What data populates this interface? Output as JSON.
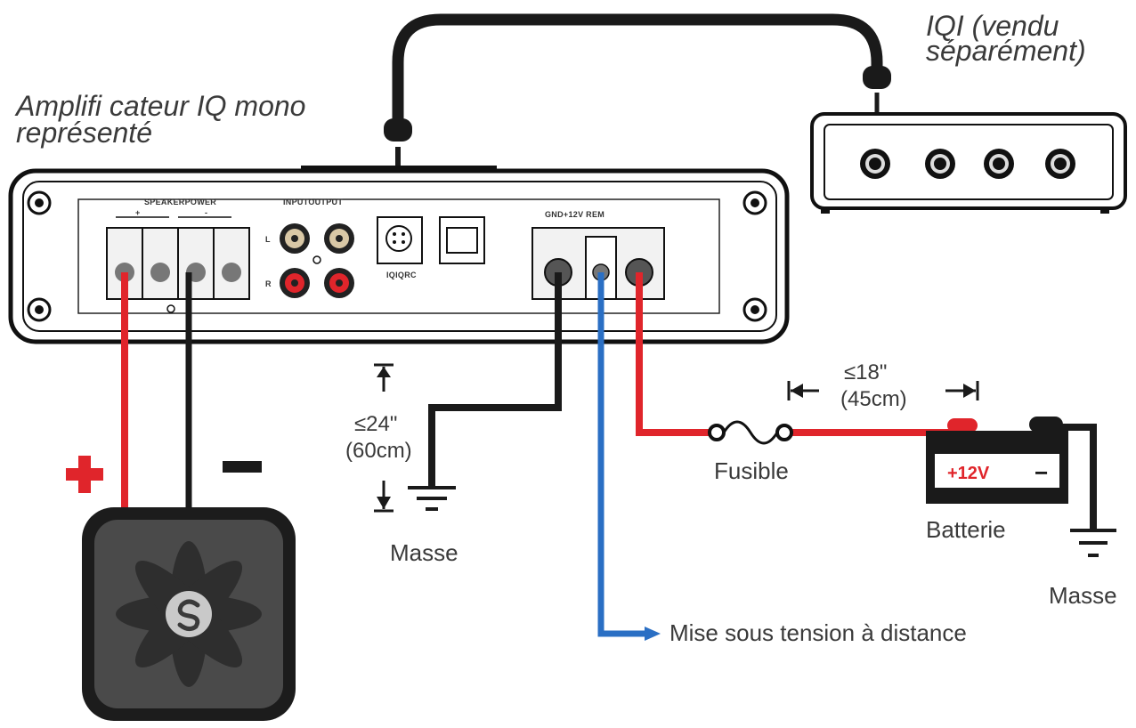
{
  "amplifier": {
    "caption_line1": "Amplifi cateur IQ mono",
    "caption_line2": "représenté",
    "speaker_label": "SPEAKERPOWER",
    "speaker_plus": "+",
    "speaker_minus": "-",
    "input_label": "INPUTOUTPUT",
    "channel_l": "L",
    "channel_r": "R",
    "iq_port_label": "IQIQRC",
    "power_label": "GND+12V REM"
  },
  "iqi": {
    "caption_line1": "IQI (vendu",
    "caption_line2": "séparément)"
  },
  "speaker": {
    "plus_symbol": "+",
    "minus_symbol": "−"
  },
  "ground_left": {
    "distance_line1": "≤24\"",
    "distance_line2": "(60cm)",
    "label": "Masse"
  },
  "fuse": {
    "label": "Fusible",
    "distance_line1": "≤18\"",
    "distance_line2": "(45cm)"
  },
  "battery": {
    "plus_text": "+12V",
    "minus_text": "−",
    "label": "Batterie"
  },
  "ground_right": {
    "label": "Masse"
  },
  "remote": {
    "label": "Mise sous tension à distance"
  },
  "colors": {
    "red_wire": "#e0252b",
    "blue_wire": "#2a6fc4",
    "black_wire": "#1a1a1a"
  }
}
